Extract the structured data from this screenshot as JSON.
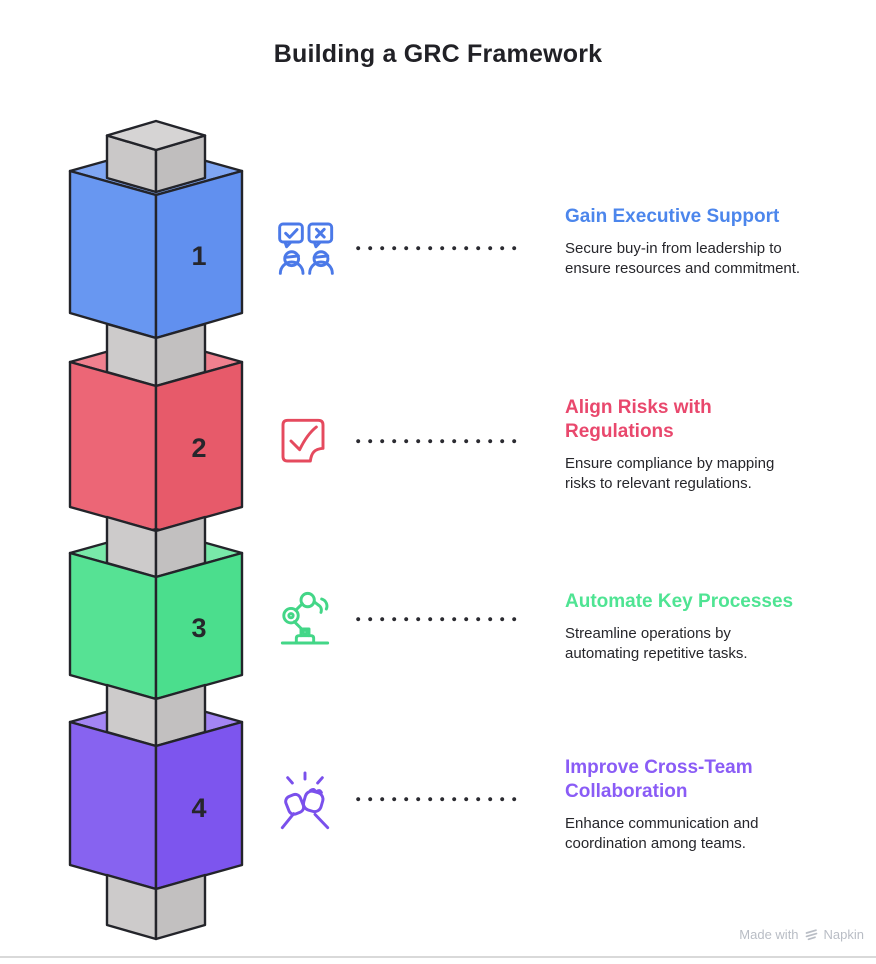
{
  "title": "Building a GRC Framework",
  "steps": [
    {
      "number": "1",
      "heading": "Gain Executive Support",
      "description": "Secure buy-in from leadership to ensure resources and commitment.",
      "accent": "#4C86EC",
      "icon": "people-vote-icon",
      "icon_color": "#4B79E8",
      "cube": {
        "top": "#7FA6F3",
        "left": "#6897F1",
        "right": "#6190EF"
      }
    },
    {
      "number": "2",
      "heading": "Align Risks with Regulations",
      "description": "Ensure compliance by mapping risks to relevant regulations.",
      "accent": "#E9486D",
      "icon": "document-check-icon",
      "icon_color": "#E54A5E",
      "cube": {
        "top": "#F0808E",
        "left": "#EC6676",
        "right": "#E75A6A"
      }
    },
    {
      "number": "3",
      "heading": "Automate Key Processes",
      "description": "Streamline operations by automating repetitive tasks.",
      "accent": "#4FE493",
      "icon": "robot-arm-icon",
      "icon_color": "#43D687",
      "cube": {
        "top": "#79E9A9",
        "left": "#56E294",
        "right": "#4BDE8D"
      }
    },
    {
      "number": "4",
      "heading": "Improve Cross-Team Collaboration",
      "description": "Enhance communication and coordination among teams.",
      "accent": "#8A5CF6",
      "icon": "fist-bump-icon",
      "icon_color": "#7A50EC",
      "cube": {
        "top": "#A385F4",
        "left": "#8763F0",
        "right": "#7D55EE"
      }
    }
  ],
  "column": {
    "cap_top": "#D6D4D4",
    "cap_left": "#CAC8C8",
    "cap_right": "#C0BEBE",
    "seg_left": "#CDCBCB",
    "seg_right": "#C2C0C0"
  },
  "outline_color": "#23242A",
  "number_color": "#26262C",
  "footer": {
    "made_with": "Made with",
    "brand": "Napkin"
  }
}
